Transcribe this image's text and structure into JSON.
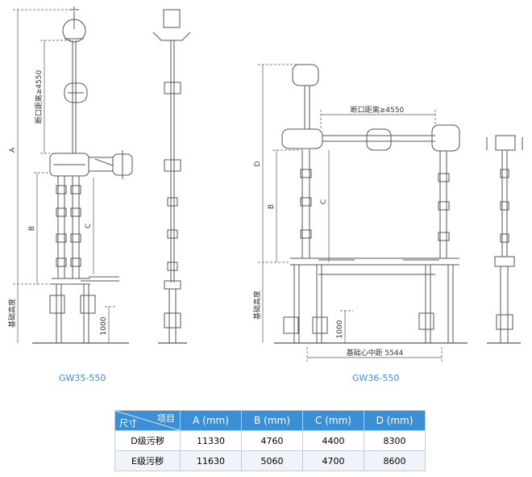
{
  "labels": {
    "dim_a": "A",
    "dim_b": "B",
    "dim_c": "C",
    "dim_d": "D",
    "gap_left": "断口距离≥4550",
    "gap_right": "断口距离≥4550",
    "base_height_left": "基础高度",
    "base_height_right": "基础高度",
    "base_1000_left": "1000",
    "base_1000_right": "1000",
    "center_distance": "基础心中距 5544"
  },
  "captions": {
    "left": "GW35-550",
    "right": "GW36-550"
  },
  "table": {
    "corner_top": "项目",
    "corner_bottom": "尺寸",
    "headers": [
      "A (mm)",
      "B (mm)",
      "C (mm)",
      "D (mm)"
    ],
    "rows": [
      {
        "label": "D级污秽",
        "a": "11330",
        "b": "4760",
        "c": "4400",
        "d": "8300"
      },
      {
        "label": "E级污秽",
        "a": "11630",
        "b": "5060",
        "c": "4700",
        "d": "8600"
      }
    ]
  },
  "colors": {
    "line": "#555555",
    "caption": "#3a8fd6",
    "table_header": "#3a8fd6",
    "table_row_alt": "#eef4fa"
  }
}
